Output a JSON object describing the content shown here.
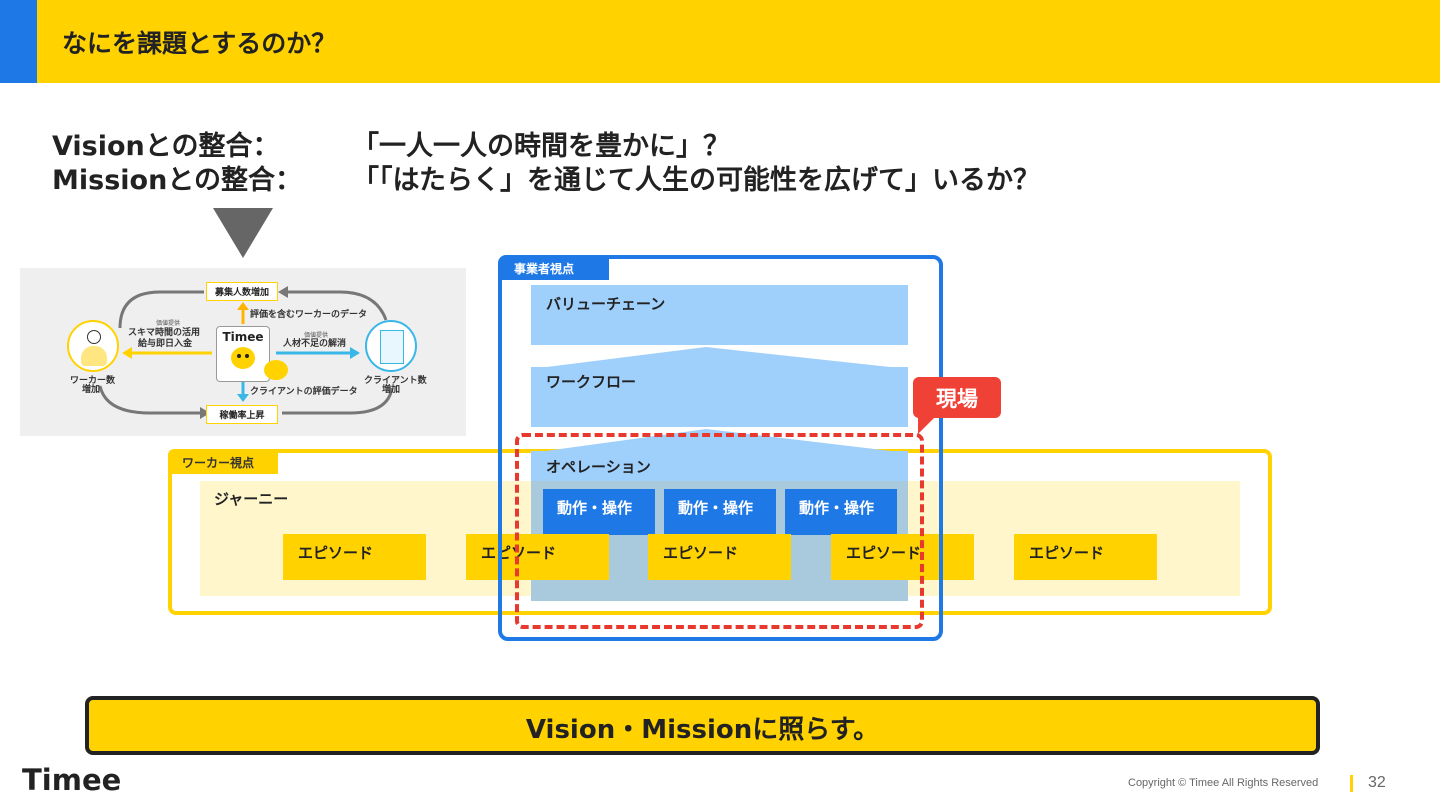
{
  "header": {
    "title": "なにを課題とするのか？"
  },
  "alignment": {
    "vision_label": "Visionとの整合：",
    "vision_value": "「一人一人の時間を豊かに」？",
    "mission_label": "Missionとの整合：",
    "mission_value": "「「はたらく」を通じて人生の可能性を広げて」いるか？"
  },
  "flow_image": {
    "top_box": "募集人数増加",
    "bottom_box": "稼働率上昇",
    "logo": "Timee",
    "left_small": "価値提供",
    "left_text_1": "スキマ時間の活用",
    "left_text_2": "給与即日入金",
    "right_small": "価値提供",
    "right_text": "人材不足の解消",
    "top_data": "評価を含むワーカーのデータ",
    "bottom_data": "クライアントの評価データ",
    "worker_caption_1": "ワーカー数",
    "worker_caption_2": "増加",
    "client_caption_1": "クライアント数",
    "client_caption_2": "増加"
  },
  "diagram": {
    "business_tag": "事業者視点",
    "worker_tag": "ワーカー視点",
    "value_chain": "バリューチェーン",
    "workflow": "ワークフロー",
    "operation": "オペレーション",
    "journey": "ジャーニー",
    "genba": "現場",
    "actions": [
      "動作・操作",
      "動作・操作",
      "動作・操作"
    ],
    "episodes": [
      "エピソード",
      "エピソード",
      "エピソード",
      "エピソード",
      "エピソード"
    ]
  },
  "banner": {
    "text": "Vision・Missionに照らす。"
  },
  "footer": {
    "logo": "Timee",
    "copyright": "Copyright © Timee All Rights Reserved",
    "page": "32"
  },
  "colors": {
    "brand_yellow": "#FFD200",
    "brand_blue": "#1E78E6",
    "light_blue": "#9FCFFB",
    "alert_red": "#EF4136"
  }
}
